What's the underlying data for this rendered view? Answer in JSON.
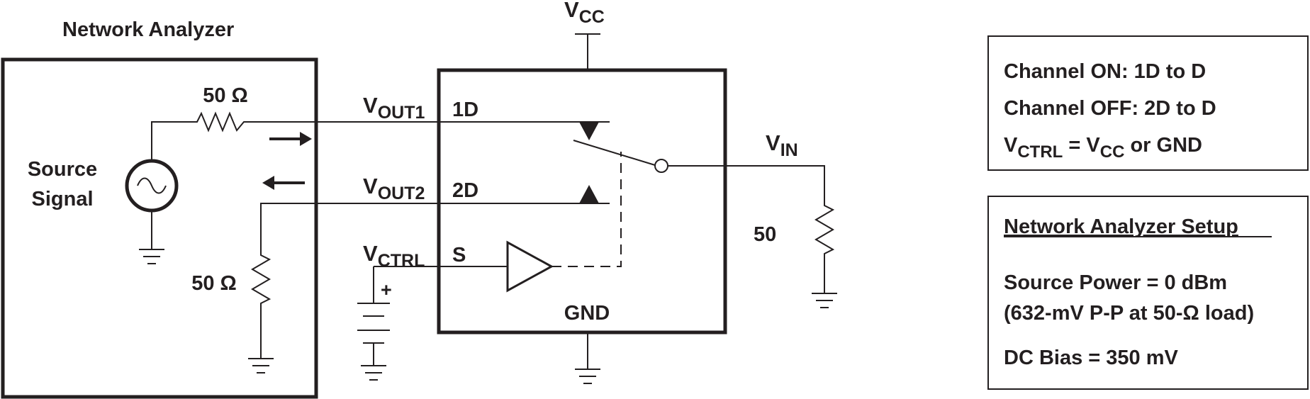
{
  "analyzer": {
    "title": "Network Analyzer",
    "source_line1": "Source",
    "source_line2": "Signal",
    "r_source": "50 Ω",
    "r_load": "50 Ω"
  },
  "device": {
    "vcc_main": "V",
    "vcc_sub": "CC",
    "vout1_main": "V",
    "vout1_sub": "OUT1",
    "vout2_main": "V",
    "vout2_sub": "OUT2",
    "vctrl_main": "V",
    "vctrl_sub": "CTRL",
    "pin_1d": "1D",
    "pin_2d": "2D",
    "pin_s": "S",
    "pin_gnd": "GND",
    "plus": "+",
    "vin_main": "V",
    "vin_sub": "IN",
    "r_in": "50"
  },
  "channel_box": {
    "line1": "Channel ON: 1D to D",
    "line2": "Channel OFF: 2D to D",
    "line3_v1": "V",
    "line3_sub1": "CTRL",
    "line3_mid": " = V",
    "line3_sub2": "CC",
    "line3_end": " or GND"
  },
  "setup_box": {
    "title": "Network Analyzer Setup",
    "line1": "Source Power = 0 dBm",
    "line2": "(632-mV P-P at 50-Ω load)",
    "line3": "DC Bias = 350 mV"
  }
}
